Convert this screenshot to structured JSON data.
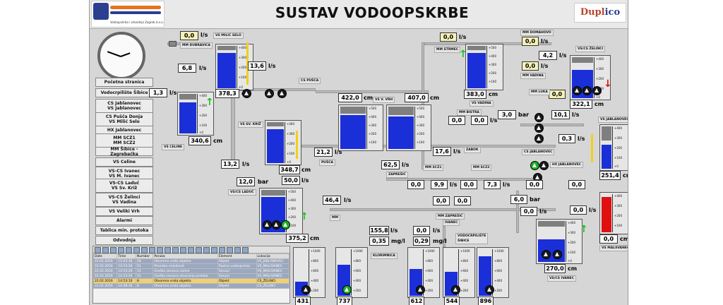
{
  "title": "SUSTAV VODOOPSKRBE",
  "logo_left_text": "Vodoopskrba i odvodnja Zagreb d.o.o.",
  "logo_right": {
    "a": "Dupl",
    "b": "ico"
  },
  "nav": [
    "Početna stranica",
    "Vodocrpilište Šibice",
    "CS Jablanovec\nVS Jablanovec",
    "CS Pušča Donja\nVS Milić Selo",
    "HX Jablanovec",
    "MM SCZ1\nMM SCZ2",
    "MM Šibice - Zagrebačka",
    "VS Celine",
    "VS-CS Ivanec\nVS M. Ivanec",
    "VS-CS Laduč\nVS Sv. Križ",
    "VS-CS Želinci\nVS Vadina",
    "VS Veliki Vrh",
    "Alarmi",
    "Tablica min. protoka",
    "Odvodnja"
  ],
  "alarm": {
    "headers": [
      "Date",
      "Time",
      "Number",
      "Poruka",
      "Element",
      "Lokacija"
    ],
    "rows": [
      [
        "22.02.2016",
        "15:03:38",
        "28",
        "Otvorena vrata objekta",
        "Objekt",
        "VS_JABLANOVEC"
      ],
      [
        "22.02.2016",
        "14:53:28",
        "51",
        "Preniska vrijednost",
        "Razina vodosprema",
        "VS_MALIIVANEC"
      ],
      [
        "22.02.2016",
        "14:53:26",
        "33",
        "Greška senzora razine",
        "Senzor",
        "VS_MALIIVANEC"
      ],
      [
        "22.02.2016",
        "14:53:26",
        "51",
        "Greška senzora otvaranja protoka",
        "Senzor",
        "VS_MALIIVANEC"
      ],
      [
        "22.02.2016",
        "14:53:10",
        "8",
        "Otvorena vrata objekta",
        "Objekt",
        "CS_ŽELINCI"
      ],
      [
        "22.02.2016",
        "14:48:36",
        "8",
        "Otvorena vrata objekta",
        "Objekt",
        "CS_ŽELINCI"
      ]
    ]
  },
  "labels": {
    "mm_dubravica": "MM DUBRAVICA",
    "vs_milic": "VS MILIĆ SELO",
    "vs_celine": "VS CELINE",
    "vs_sv_kriz": "VS SV. KRIŽ",
    "cs_pusca": "CS PUŠČA",
    "vs_v_vrh": "VS V. VRH",
    "pusca": "PUŠČA",
    "vs_cs_laduc": "VS/CS LADUČ",
    "mm": "MM",
    "zapresic": "ZAPREŠIĆ",
    "mm_scz1": "MM SCZ1",
    "mm_scz2": "MM SCZ2",
    "mm_zapresic": "MM ZAPREŠIĆ",
    "ivanec": "IVANEC",
    "vodocrpiliste": "VODOCRPILIŠTE\nŠIBICE",
    "klorimnica": "KLORIMNICA",
    "mm_strmec": "MM STRMEC",
    "mm_domahovo": "MM DOMAHOVO",
    "mm_vadina": "MM VADINA",
    "mm_luka": "MM LUKA",
    "vs_vadina": "VS VADINA",
    "mm_bistra": "MM BISTRA",
    "zabok": "ZABOK",
    "cs_jablanovec": "CS JABLANOVEC",
    "hx_jablanovec": "HX JABLANOVEC",
    "vs_zelinci": "VS/CS ŽELINCI",
    "vs_jablanovec": "VS JABLANOVEC",
    "vs_cs_ivanec": "VS/CS IVANEC",
    "vs_malivanec": "VS MALIIVANEC"
  },
  "values": {
    "v00": "0,0",
    "v01": "6,8",
    "v02": "13,6",
    "v03": "378,3",
    "v04": "1,3",
    "v05": "340,6",
    "v06": "13,2",
    "v07": "348,7",
    "v08": "21,2",
    "v09": "422,0",
    "v10": "407,0",
    "v11": "12,0",
    "v12": "50,0",
    "v13": "46,4",
    "v14": "375,2",
    "v15": "62,5",
    "v16": "155,8",
    "v17": "0,35",
    "v18": "0,0",
    "v19": "0,29",
    "v20": "0,0",
    "v21": "9,9",
    "v22": "0,0",
    "v23": "7,3",
    "v24": "0,0",
    "v25": "0,0",
    "v26": "17,6",
    "v27": "0,0",
    "v28": "0,0",
    "v29": "0,0",
    "v30": "4,2",
    "v31": "0,0",
    "v32": "0,0",
    "v33": "383,0",
    "v34": "322,1",
    "v35": "0,0",
    "v36": "3,0",
    "v37": "10,1",
    "v38": "0,3",
    "v39": "251,4",
    "v40": "0,0",
    "v41": "0,0",
    "v42": "6,0",
    "v43": "0,0",
    "v44": "0,0",
    "v45": "270,0",
    "v46": "0,0",
    "v47": "431",
    "v48": "737",
    "v49": "612",
    "v50": "544",
    "v51": "896",
    "v52": "0,0"
  },
  "units": {
    "ls": "l/s",
    "cm": "cm",
    "bar": "bar",
    "mgl": "mg/l"
  }
}
